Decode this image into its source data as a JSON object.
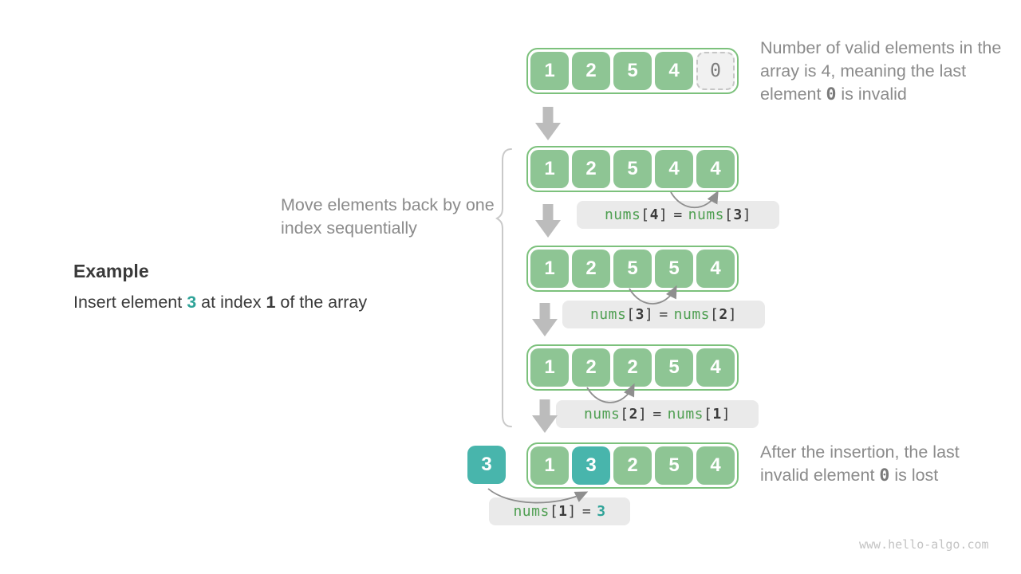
{
  "example": {
    "title": "Example",
    "sentence": {
      "p1": "Insert element ",
      "value": "3",
      "p2": " at index ",
      "index": "1",
      "p3": " of the array"
    }
  },
  "notes": {
    "top": {
      "p1": "Number of valid elements in the array is 4, meaning the last element ",
      "zero": "0",
      "p2": " is invalid"
    },
    "move": "Move elements back by one index sequentially",
    "after": {
      "p1": "After the insertion, the last invalid element ",
      "zero": "0",
      "p2": " is lost"
    }
  },
  "arrays": [
    {
      "cells": [
        "1",
        "2",
        "5",
        "4",
        "0"
      ]
    },
    {
      "cells": [
        "1",
        "2",
        "5",
        "4",
        "4"
      ]
    },
    {
      "cells": [
        "1",
        "2",
        "5",
        "5",
        "4"
      ]
    },
    {
      "cells": [
        "1",
        "2",
        "2",
        "5",
        "4"
      ]
    },
    {
      "cells": [
        "1",
        "3",
        "2",
        "5",
        "4"
      ]
    }
  ],
  "inserted_value": "3",
  "shift_labels": [
    {
      "fn1": "nums",
      "o1": "[",
      "i1": "4",
      "c1": "]",
      "eq": "=",
      "fn2": "nums",
      "o2": "[",
      "i2": "3",
      "c2": "]"
    },
    {
      "fn1": "nums",
      "o1": "[",
      "i1": "3",
      "c1": "]",
      "eq": "=",
      "fn2": "nums",
      "o2": "[",
      "i2": "2",
      "c2": "]"
    },
    {
      "fn1": "nums",
      "o1": "[",
      "i1": "2",
      "c1": "]",
      "eq": "=",
      "fn2": "nums",
      "o2": "[",
      "i2": "1",
      "c2": "]"
    }
  ],
  "insert_label": {
    "fn": "nums",
    "o": "[",
    "i": "1",
    "c": "]",
    "eq": "=",
    "val": "3"
  },
  "watermark": "www.hello-algo.com",
  "colors": {
    "cell_green": "#8EC594",
    "container_border_green": "#7CC17C",
    "teal_cell": "#48B5AC",
    "teal_text": "#2FA398",
    "nums_green": "#4F9F52",
    "label_background": "#EAEAEA",
    "dark_text": "#3A3A3A",
    "gray_text": "#8B8B8B",
    "down_arrow_gray": "#BCBCBC",
    "curve_arrow_gray": "#8F8F8F",
    "brace_gray": "#C9C9C9",
    "invalid_cell_bg": "#F1F1F1",
    "watermark_gray": "#C3C3C3"
  }
}
